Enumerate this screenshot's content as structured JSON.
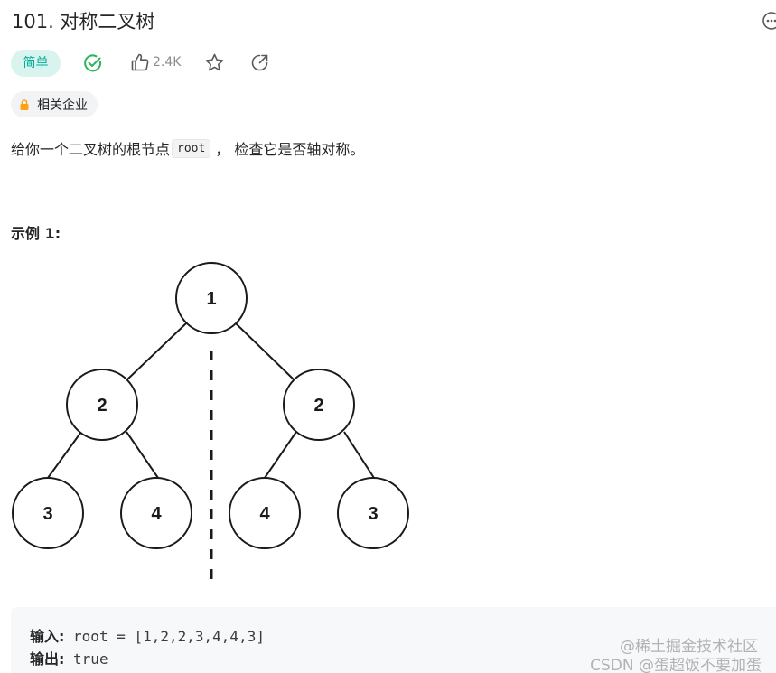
{
  "problem": {
    "title": "101. 对称二叉树",
    "difficulty": "简单",
    "likes": "2.4K",
    "company_tag": "相关企业",
    "description_before": "给你一个二叉树的根节点",
    "description_code": "root",
    "description_after": "， 检查它是否轴对称。"
  },
  "example": {
    "title": "示例 1:",
    "input_label": "输入:",
    "input_value": " root = [1,2,2,3,4,4,3]",
    "output_label": "输出:",
    "output_value": " true"
  },
  "tree": {
    "nodes": [
      "1",
      "2",
      "2",
      "3",
      "4",
      "4",
      "3"
    ]
  },
  "watermark": {
    "line1": "@稀土掘金技术社区",
    "line2": "CSDN @蛋超饭不要加蛋"
  },
  "colors": {
    "easy_text": "#00af9b",
    "easy_bg": "#d9f3ee",
    "solved_check": "#2db55d",
    "lock": "#ffa116"
  }
}
